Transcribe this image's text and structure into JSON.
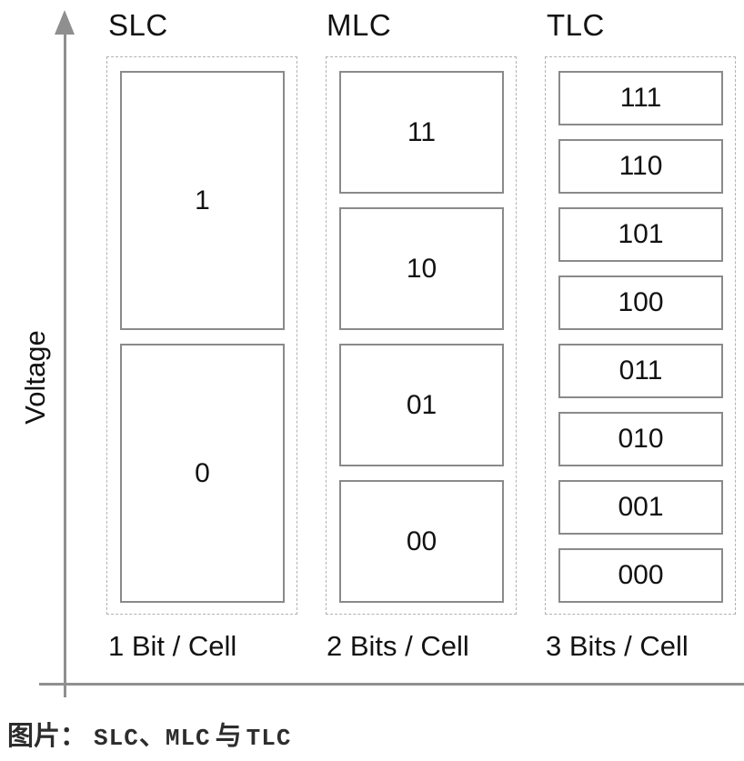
{
  "figure": {
    "y_axis_label": "Voltage",
    "columns": [
      {
        "title": "SLC",
        "caption": "1 Bit / Cell",
        "cells": [
          "1",
          "0"
        ]
      },
      {
        "title": "MLC",
        "caption": "2 Bits / Cell",
        "cells": [
          "11",
          "10",
          "01",
          "00"
        ]
      },
      {
        "title": "TLC",
        "caption": "3 Bits / Cell",
        "cells": [
          "111",
          "110",
          "101",
          "100",
          "011",
          "010",
          "001",
          "000"
        ]
      }
    ]
  },
  "caption": {
    "full": "图片：SLC、MLC 与 TLC",
    "prefix": "图片：",
    "item1": "SLC",
    "sep1": "、",
    "item2": "MLC",
    "conj": "与",
    "item3": "TLC"
  },
  "colors": {
    "axis": "#8f8f8f",
    "cell_border": "#8a8a8a",
    "dashed_border": "#b2b2b2",
    "text": "#121212",
    "caption_text": "#2d2d2d",
    "background": "#ffffff"
  }
}
